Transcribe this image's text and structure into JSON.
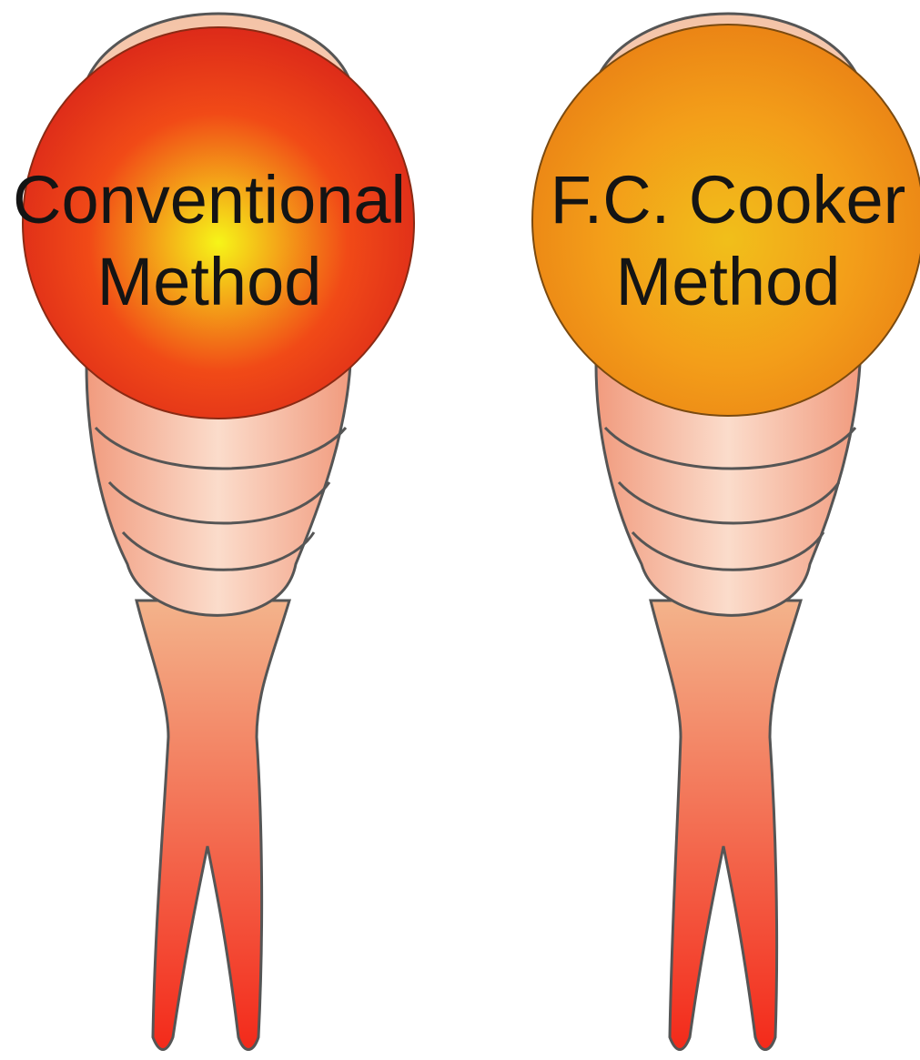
{
  "figures": [
    {
      "id": "conventional",
      "label_line1": "Conventional",
      "label_line2": "Method",
      "ball_colors": {
        "center": "#f6f518",
        "mid": "#f14a17",
        "edge": "#d8231a"
      }
    },
    {
      "id": "fc-cooker",
      "label_line1": "F.C. Cooker",
      "label_line2": "Method",
      "ball_colors": {
        "center": "#f1bf1a",
        "mid": "#f39d19",
        "edge": "#e97f14"
      }
    }
  ],
  "shrimp_colors": {
    "head": "#f4c3a6",
    "body_light": "#fbdccb",
    "body_mid": "#f19b7e",
    "tail_top": "#f3b38b",
    "tail_bottom": "#f32a1a",
    "outline": "#555555"
  }
}
